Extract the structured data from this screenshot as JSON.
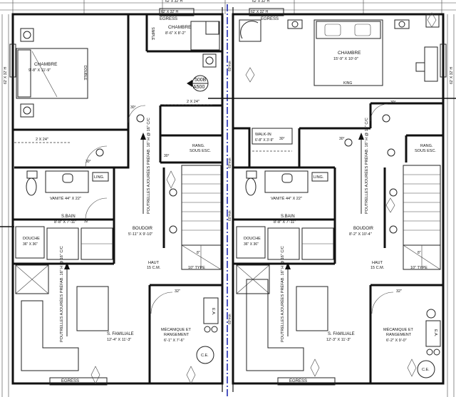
{
  "dims": {
    "top_left": "62' X 32' H",
    "top_right": "62' X 32' H",
    "left_side": "62' X 32' H",
    "right_side": "62' X 32' H",
    "party_wall_top": "60'min",
    "party_wall_mid1": "60'min",
    "party_wall_mid2": "60'min",
    "party_wall_bot": "60'min"
  },
  "section_tag": {
    "top": "500B",
    "bottom": "A500"
  },
  "left_unit": {
    "egress_top": "EGRESS",
    "egress_bottom": "EGRESS",
    "chambre_1": {
      "name": "CHAMBRE",
      "size": "9'-8\" X 11'-9\""
    },
    "double": "DOUBLE",
    "chambre_2": {
      "name": "CHAMBRE",
      "size": "8'-6\" X 8'-2\""
    },
    "simple": "SIMPLE",
    "beam_1": "2 X 24\"",
    "beam_2": "2 X 24\"",
    "angle_1": "30°",
    "angle_2": "30°",
    "angle_3": "30°",
    "angle_4": "30°",
    "rang": {
      "line1": "RANG.",
      "line2": "SOUS ESC."
    },
    "ling": "LING.",
    "vanite": "VANITÉ 44\" X 22\"",
    "sbain": {
      "name": "S.BAIN",
      "size": "8'-8\" X 7'-11\""
    },
    "angle_5": "32\"",
    "douche": {
      "name": "DOUCHE",
      "size": "36\" X 36\""
    },
    "boudoir": {
      "name": "BOUDOIR",
      "size": "5'-11\" X 9'-10\""
    },
    "joists": "POUTRELLES AJOURÉES PRÉFAB. 16\" H @ 16\" C/C",
    "haut": {
      "line1": "HAUT",
      "line2": "15 C.M."
    },
    "type": "10\" TYPE",
    "stair_mark": "8\"",
    "angle_6": "32\"",
    "ea": "E.A.",
    "famille": {
      "name": "S. FAMILIALE",
      "size": "12'-4\" X 11'-3\""
    },
    "meca": {
      "line1": "MÉCANIQUE ET",
      "line2": "RANGEMENT",
      "size": "6'-1\" X 7'-6\""
    },
    "ce": "C.E."
  },
  "right_unit": {
    "egress_top": "EGRESS",
    "egress_bottom": "EGRESS",
    "chambre": {
      "name": "CHAMBRE",
      "size": "15'-9\" X 10'-0\""
    },
    "king": "KING",
    "walkin": {
      "name": "WALK-IN",
      "size": "6'-8\" X 3'-9\""
    },
    "angle_1": "30°",
    "angle_2": "30°",
    "angle_3": "30°",
    "rang": {
      "line1": "RANG.",
      "line2": "SOUS ESC."
    },
    "ling": "LING.",
    "vanite": "VANITÉ 44\" X 22\"",
    "sbain": {
      "name": "S.BAIN",
      "size": "8'-8\" X 7'-11\""
    },
    "douche": {
      "name": "DOUCHE",
      "size": "36\" X 36\""
    },
    "boudoir": {
      "name": "BOUDOIR",
      "size": "8'-2\" X 10'-4\""
    },
    "joists": "POUTRELLES AJOURÉES PRÉFAB. 16\" H @ 16\" C/C",
    "haut": {
      "line1": "HAUT",
      "line2": "15 C.M."
    },
    "type": "10\" TYPE",
    "stair_mark": "8\"",
    "angle_4": "32\"",
    "ea": "E.A.",
    "famille": {
      "name": "S. FAMILIALE",
      "size": "12'-3\" X 11'-3\""
    },
    "meca": {
      "line1": "MÉCANIQUE ET",
      "line2": "RANGEMENT",
      "size": "6'-2\" X 9'-0\""
    },
    "ce": "C.E."
  }
}
